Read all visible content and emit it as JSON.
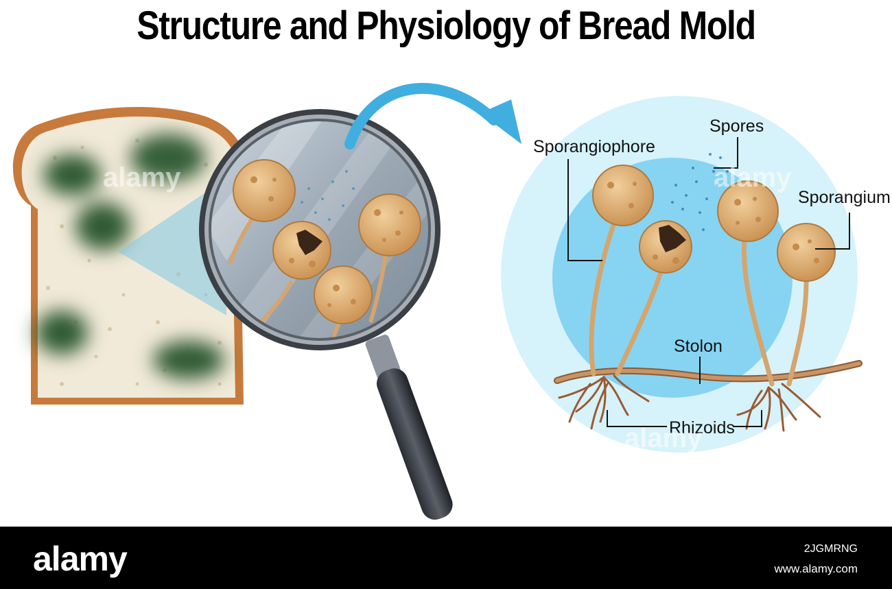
{
  "title": "Structure and Physiology of Bread Mold",
  "labels": {
    "sporangiophore": "Sporangiophore",
    "spores": "Spores",
    "sporangium": "Sporangium",
    "stolon": "Stolon",
    "rhizoids": "Rhizoids"
  },
  "watermark": "alamy",
  "footer": {
    "logo": "alamy",
    "image_id": "2JGMRNG",
    "url": "www.alamy.com"
  },
  "colors": {
    "bread_crust": "#c77a3c",
    "bread_inside": "#f2ead8",
    "mold_green": "#2f5a33",
    "sporangium": "#dba769",
    "stalk": "#d4a56e",
    "circle_outer": "#d6f2fb",
    "circle_inner": "#86d4f2",
    "arrow": "#41aee0"
  },
  "icons": {
    "magnifier": "magnifying-glass-icon",
    "arrow": "curved-arrow-icon"
  }
}
